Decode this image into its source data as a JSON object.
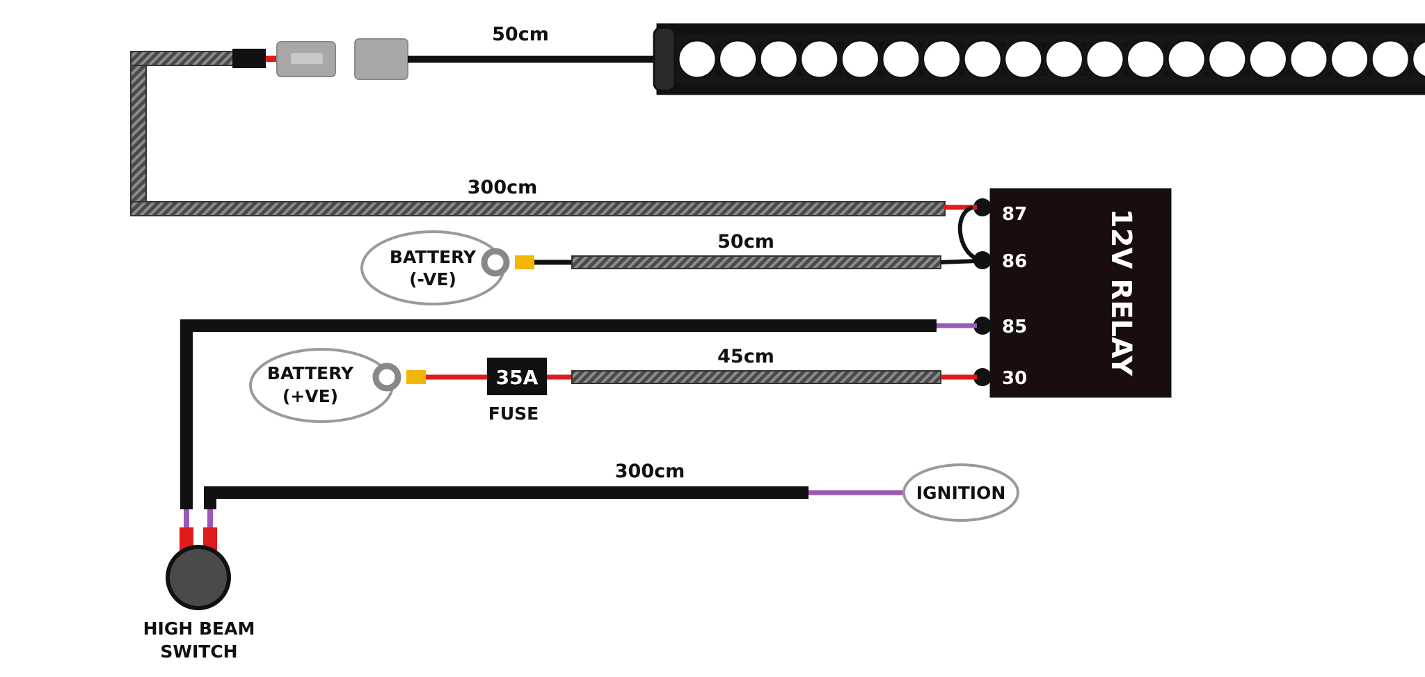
{
  "colors": {
    "wire": "#111111",
    "harness": "#555555",
    "red": "#e01b1b",
    "purple": "#9b59b6",
    "ring": "#888888",
    "yellow": "#f2b705",
    "oval": "#9a9a9a",
    "connector": "#a8a8a8"
  },
  "wire_labels": {
    "lightbar_lead": "50cm",
    "main_harness": "300cm",
    "battery_neg_lead": "50cm",
    "battery_pos_lead": "45cm",
    "ignition_lead": "300cm"
  },
  "battery_neg": {
    "line1": "BATTERY",
    "line2": "(-VE)"
  },
  "battery_pos": {
    "line1": "BATTERY",
    "line2": "(+VE)"
  },
  "ignition": {
    "label": "IGNITION"
  },
  "fuse": {
    "rating": "35A",
    "label": "FUSE"
  },
  "relay": {
    "label": "12V RELAY",
    "pins": [
      "87",
      "86",
      "85",
      "30"
    ]
  },
  "switch": {
    "line1": "HIGH BEAM",
    "line2": "SWITCH"
  },
  "lightbar": {
    "led_count": 19
  }
}
